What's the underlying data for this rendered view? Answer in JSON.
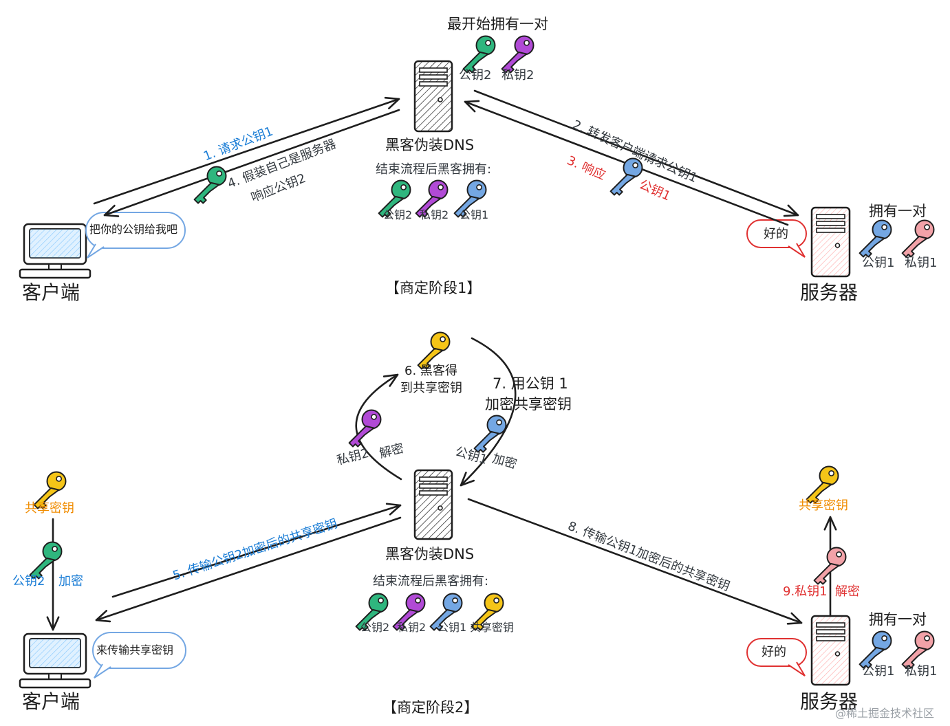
{
  "colors": {
    "stroke": "#1e1e1e",
    "blue": "#1c7ed6",
    "red": "#e03131",
    "orange": "#f08c00",
    "key_green": "#2fb67e",
    "key_purple": "#b14ad6",
    "key_blue": "#74a7e3",
    "key_pink": "#f2a2a8",
    "key_yellow": "#f5c518",
    "screen_blue": "#a5d8ff",
    "server_red": "#ffc9c9"
  },
  "phase1": {
    "top_caption": "最开始拥有一对",
    "hacker_keys": [
      "公钥2",
      "私钥2"
    ],
    "hacker_label": "黑客伪装DNS",
    "end_caption": "结束流程后黑客拥有:",
    "end_keys": [
      "公钥2",
      "私钥2",
      "公钥1"
    ],
    "client_label": "客户端",
    "client_bubble": "把你的公钥给我吧",
    "server_label": "服务器",
    "server_bubble": "好的",
    "server_pair_caption": "拥有一对",
    "server_keys": [
      "公钥1",
      "私钥1"
    ],
    "step1": "1. 请求公钥1",
    "step4_line1": "4. 假装自己是服务器",
    "step4_line2": "响应公钥2",
    "step2": "2. 转发客户端请求公钥1",
    "step3": "3. 响应",
    "step3_key": "公钥1",
    "stage": "【商定阶段1】"
  },
  "phase2": {
    "shared_key_client": "共享密钥",
    "client_enc_key": "公钥2",
    "client_enc_action": "加密",
    "client_label": "客户端",
    "client_bubble": "来传输共享密钥",
    "step5": "5. 传输公钥2加密后的共享密钥",
    "hacker_label": "黑客伪装DNS",
    "end_caption": "结束流程后黑客拥有:",
    "end_keys": [
      "公钥2",
      "私钥2",
      "公钥1",
      "共享密钥"
    ],
    "step6_line1": "6. 黑客得",
    "step6_line2": "到共享密钥",
    "decrypt_key": "私钥2",
    "decrypt_action": "解密",
    "step7_line1": "7. 用公钥 1",
    "step7_line2": "加密共享密钥",
    "encrypt_key": "公钥1",
    "encrypt_action": "加密",
    "step8": "8. 传输公钥1加密后的共享密钥",
    "step9_key": "9.私钥1",
    "step9_action": "解密",
    "shared_key_server": "共享密钥",
    "server_label": "服务器",
    "server_bubble": "好的",
    "server_pair_caption": "拥有一对",
    "server_keys": [
      "公钥1",
      "私钥1"
    ],
    "stage": "【商定阶段2】"
  },
  "watermark": "@稀土掘金技术社区"
}
